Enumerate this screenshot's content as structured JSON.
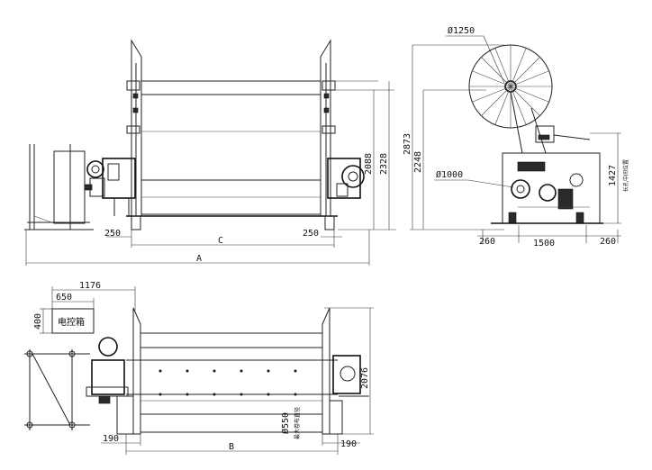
{
  "front_view": {
    "dim_side_left": "250",
    "dim_side_right": "250",
    "dim_c": "C",
    "dim_a": "A",
    "dim_2088": "2088",
    "dim_2328": "2328"
  },
  "side_view": {
    "dia_1250": "Ø1250",
    "dia_1000": "Ø1000",
    "dim_2873": "2873",
    "dim_2248": "2248",
    "dim_1427": "1427",
    "note_1427": "长孔中间位置",
    "dim_260_left": "260",
    "dim_1500": "1500",
    "dim_260_right": "260"
  },
  "plan_view": {
    "dim_1176": "1176",
    "dim_650": "650",
    "dim_400": "400",
    "box_label": "电控箱",
    "dim_2076": "2076",
    "dia_550": "Ø550",
    "note_550": "最大卷布直径",
    "dim_190_left": "190",
    "dim_190_right": "190",
    "dim_b": "B"
  }
}
